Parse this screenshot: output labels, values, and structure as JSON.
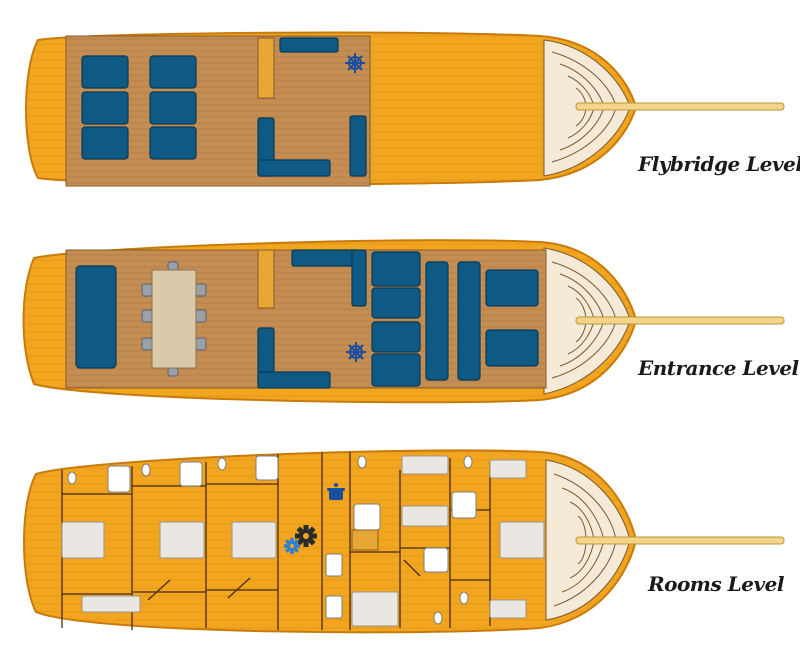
{
  "levels": [
    {
      "key": "flybridge",
      "label": "Flybridge Level"
    },
    {
      "key": "entrance",
      "label": "Entrance Level"
    },
    {
      "key": "rooms",
      "label": "Rooms Level"
    }
  ],
  "colors": {
    "hull": "#f2a51e",
    "hull_edge": "#c77b0c",
    "deck": "#b9824a",
    "seat": "#0f5a85",
    "seat_edge": "#083a58",
    "net": "#f5ead8",
    "bowsprit": "#f3d488",
    "wheel": "#1b4e9e",
    "gear_dark": "#2a2a2a",
    "gear_blue": "#2d7fd3",
    "bed": "#eae7e2",
    "wall": "#4a2c12"
  },
  "icons": {
    "wheel": "ship-wheel-icon",
    "gear": "gear-icon",
    "pot": "cooking-pot-icon"
  }
}
